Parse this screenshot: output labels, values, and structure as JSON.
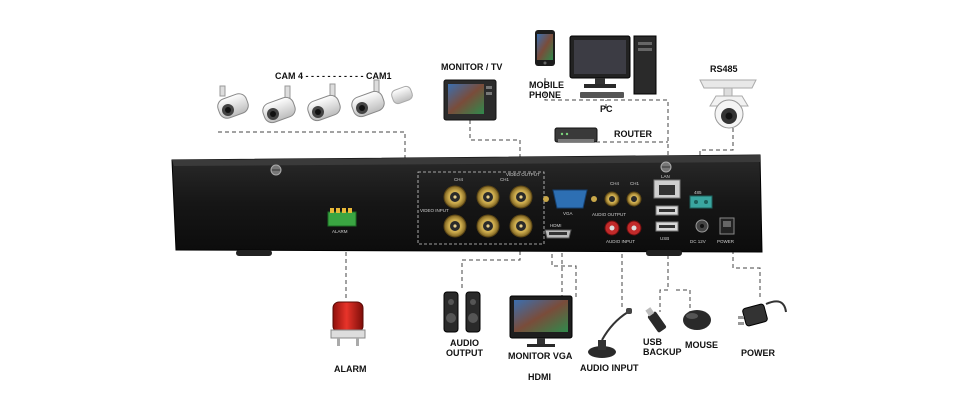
{
  "labels": {
    "cam_range": "CAM 4 - - - - - - - - - - - CAM1",
    "monitor_tv": "MONITOR / TV",
    "mobile_line1": "MOBILE",
    "mobile_line2": "PHONE",
    "pc": "PC",
    "router": "ROUTER",
    "rs485": "RS485",
    "alarm": "ALARM",
    "audio_output_line1": "AUDIO",
    "audio_output_line2": "OUTPUT",
    "monitor_vga": "MONITOR VGA",
    "hdmi": "HDMI",
    "audio_input": "AUDIO INPUT",
    "usb_backup_line1": "USB",
    "usb_backup_line2": "BACKUP",
    "mouse": "MOUSE",
    "power": "POWER"
  },
  "panel_text": {
    "ch1": "CH1",
    "ch4": "CH4",
    "video_output": "VIDEO OUTPUT",
    "video_input": "VIDEO INPUT",
    "vga": "VGA",
    "hdmi": "HDMI",
    "audio_output": "AUDIO OUTPUT",
    "audio_input": "AUDIO INPUT",
    "lan": "LAN",
    "usb": "USB",
    "dc12v": "DC 12V",
    "rs485": "485",
    "alarm": "ALARM",
    "power_sw": "POWER"
  },
  "colors": {
    "chassis": "#161616",
    "connector_gold": "#c9a84a",
    "alarm_red": "#d9241c",
    "terminal_green": "#3aa542",
    "rs485_teal": "#3aa6a0",
    "port_red": "#c22a2a",
    "connection_line": "#444444"
  }
}
